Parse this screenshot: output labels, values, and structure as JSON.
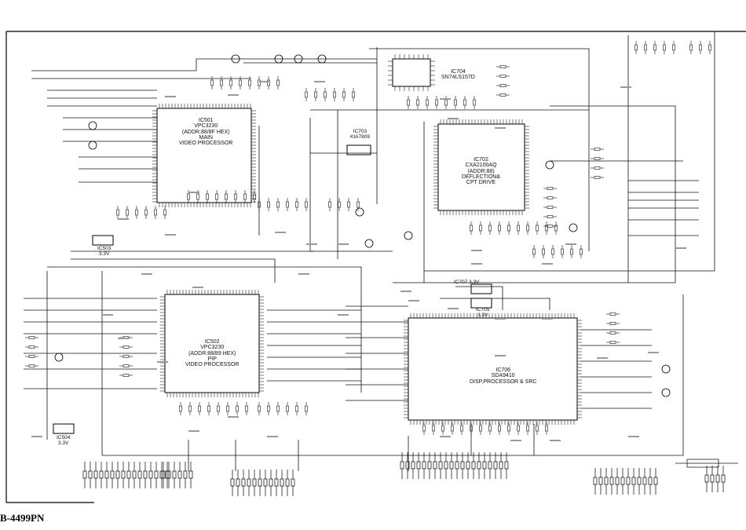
{
  "page_code": "B-4499PN",
  "ics": [
    {
      "id": "ic501",
      "lines": [
        "IC501",
        "VPC3230",
        "(ADDR:88/8F HEX)",
        "MAIN",
        "VIDEO PROCESSOR"
      ]
    },
    {
      "id": "ic502",
      "lines": [
        "IC502",
        "VPC3230",
        "(ADDR:88/89 HEX)",
        "PIP",
        "VIDEO PROCESSOR"
      ]
    },
    {
      "id": "ic503",
      "lines": [
        "IC503",
        "3.3V"
      ]
    },
    {
      "id": "ic504",
      "lines": [
        "IC504",
        "3.3V"
      ]
    },
    {
      "id": "ic702",
      "lines": [
        "IC702",
        "CXA2100AQ",
        "(ADDR:88)",
        "DEFLECTION&",
        "CPT DRIVE"
      ]
    },
    {
      "id": "ic703",
      "lines": [
        "IC703",
        "KIA7809"
      ]
    },
    {
      "id": "ic704",
      "lines": [
        "IC704",
        "SN74LS157D"
      ]
    },
    {
      "id": "ic705",
      "lines": [
        "IC705",
        "3.3V"
      ]
    },
    {
      "id": "ic706",
      "lines": [
        "IC706",
        "SDA9410",
        "DISP,PROCESSOR & SRC"
      ]
    },
    {
      "id": "ic707",
      "lines": [
        "IC707 3.3V"
      ]
    }
  ]
}
